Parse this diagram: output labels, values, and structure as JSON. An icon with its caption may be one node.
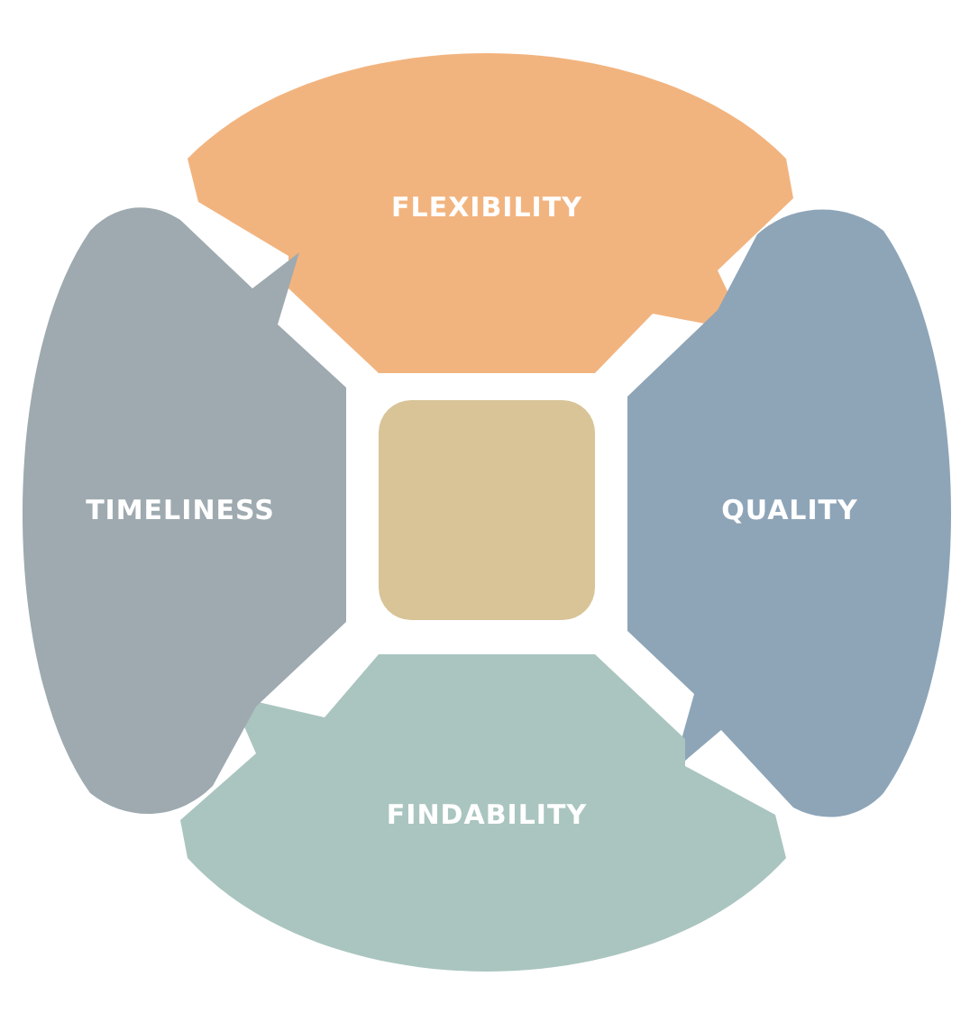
{
  "diagram": {
    "nodes": [
      {
        "text": [
          "FLEXIBILITY"
        ]
      },
      {
        "text": [
          "QUALITY"
        ]
      },
      {
        "text": [
          "FINDABILITY"
        ]
      },
      {
        "text": [
          "TIMELINESS"
        ]
      },
      {
        "text": [],
        "shape": "box"
      }
    ]
  }
}
